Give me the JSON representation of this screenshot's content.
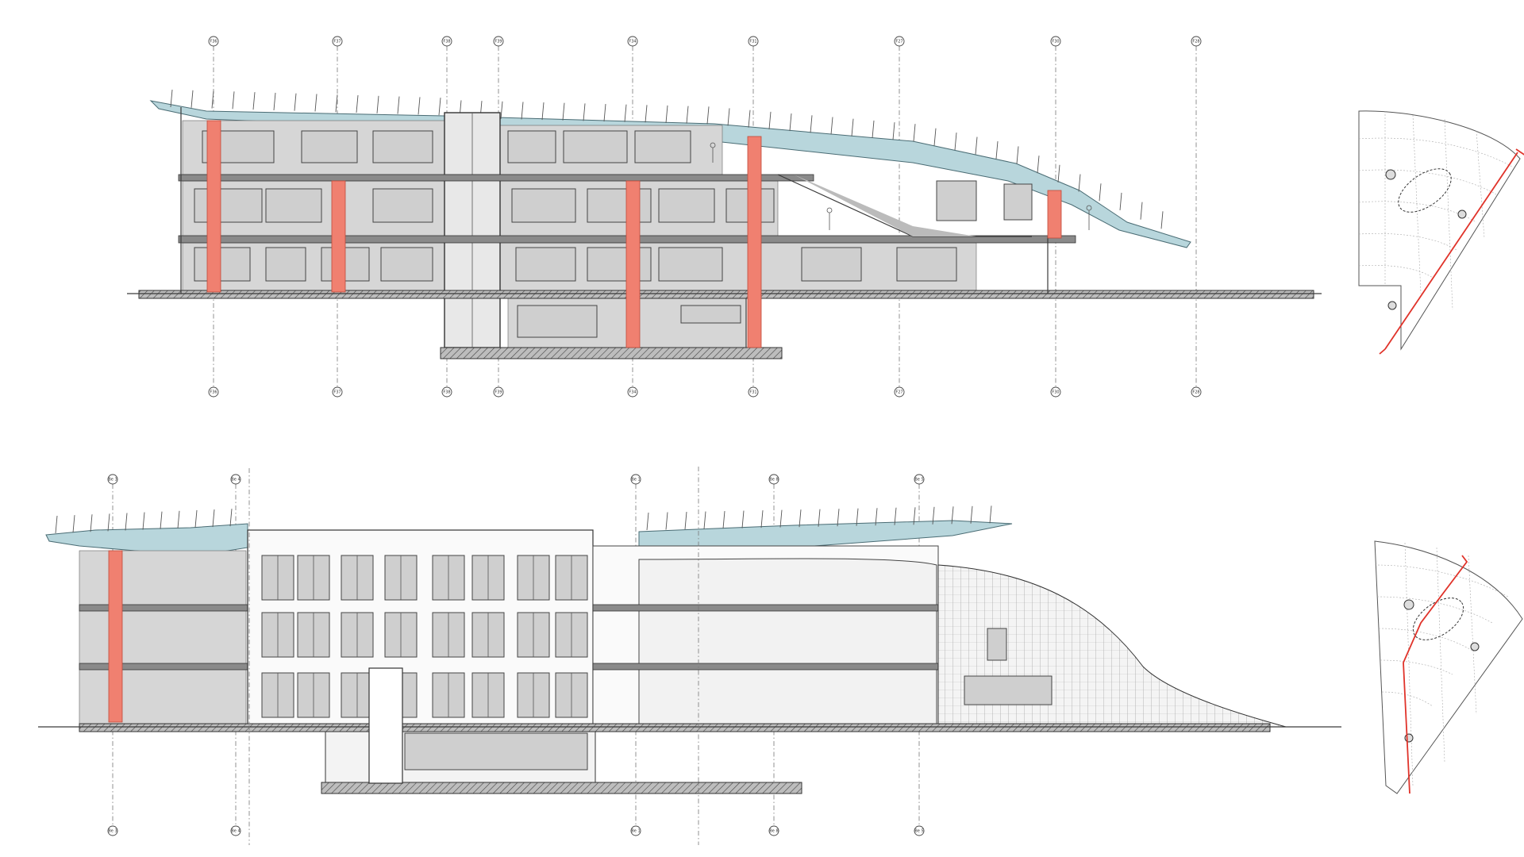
{
  "drawing": {
    "sections": [
      {
        "id": "section-upper",
        "grid_labels_top": [
          "F36",
          "F37",
          "F38",
          "F39",
          "F34",
          "F31",
          "F27",
          "F30",
          "F28"
        ],
        "grid_labels_bottom": [
          "F36",
          "F37",
          "F38",
          "F39",
          "F34",
          "F31",
          "F27",
          "F30",
          "F28"
        ]
      },
      {
        "id": "section-lower",
        "grid_labels_top": [
          "Be 3",
          "Be 4",
          "Be 1",
          "Be 8",
          "Be 5"
        ],
        "grid_labels_bottom": [
          "Be 3",
          "Be 4",
          "Be 1",
          "Be 8",
          "Be 5"
        ]
      }
    ],
    "colors": {
      "column_red": "#f08070",
      "roof_glass": "#b8d6dc",
      "cut_line_red": "#e0332a",
      "slab_gray": "#8a8a8a",
      "wall_gray": "#d6d6d6"
    }
  }
}
